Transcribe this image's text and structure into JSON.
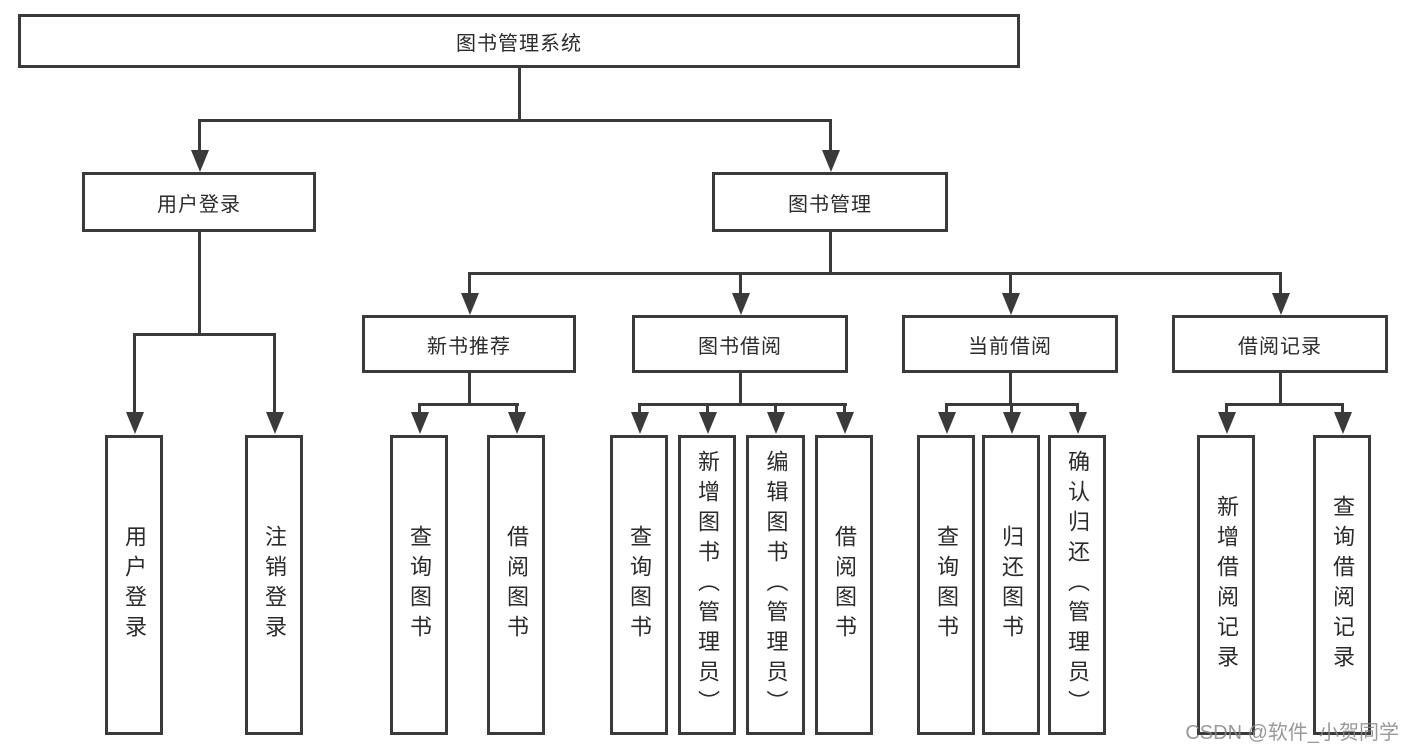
{
  "root": {
    "label": "图书管理系统"
  },
  "branches": {
    "user_login": {
      "label": "用户登录",
      "children": {
        "login": {
          "label": "用户登录"
        },
        "logout": {
          "label": "注销登录"
        }
      }
    },
    "book_mgmt": {
      "label": "图书管理",
      "sections": {
        "new_rec": {
          "label": "新书推荐",
          "children": {
            "query": {
              "label": "查询图书"
            },
            "borrow": {
              "label": "借阅图书"
            }
          }
        },
        "borrowing": {
          "label": "图书借阅",
          "children": {
            "query": {
              "label": "查询图书"
            },
            "add": {
              "label": "新增图书（管理员）"
            },
            "edit": {
              "label": "编辑图书（管理员）"
            },
            "borrow": {
              "label": "借阅图书"
            }
          }
        },
        "current": {
          "label": "当前借阅",
          "children": {
            "query": {
              "label": "查询图书"
            },
            "return": {
              "label": "归还图书"
            },
            "confirm": {
              "label": "确认归还（管理员）"
            }
          }
        },
        "records": {
          "label": "借阅记录",
          "children": {
            "add": {
              "label": "新增借阅记录"
            },
            "query": {
              "label": "查询借阅记录"
            }
          }
        }
      }
    }
  },
  "watermark": "CSDN @软件_小贺同学",
  "colors": {
    "line": "#3a3a3a",
    "text": "#2b2b2b",
    "watermark": "#878787"
  }
}
